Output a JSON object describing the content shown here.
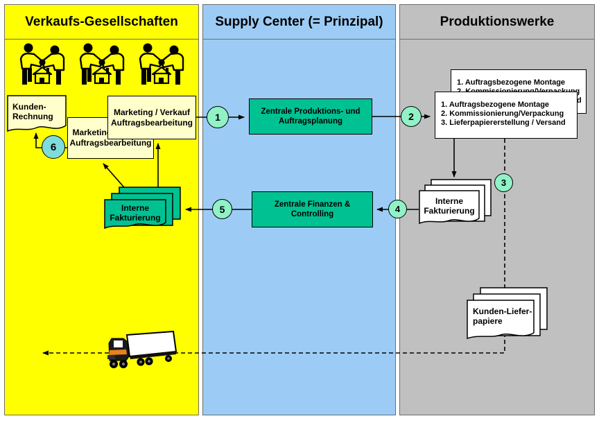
{
  "columns": {
    "sales": {
      "title": "Verkaufs-Gesellschaften"
    },
    "supply": {
      "title": "Supply Center (= Prinzipal)"
    },
    "production": {
      "title": "Produktionswerke"
    }
  },
  "nodes": {
    "kunden_rechnung": {
      "line1": "Kunden-",
      "line2": "Rechnung"
    },
    "marketing_back": {
      "line1": "Marketing / Verkauf",
      "line2": "Auftragsbearbeitung"
    },
    "marketing_front": {
      "line1": "Marketing / Verkauf",
      "line2": "Auftragsbearbeitung"
    },
    "zentrale_produktion": {
      "line1": "Zentrale Produktions- und",
      "line2": "Auftragsplanung"
    },
    "zentrale_finanzen": {
      "line1": "Zentrale Finanzen &",
      "line2": "Controlling"
    },
    "production_tasks": {
      "items": [
        "1. Auftragsbezogene Montage",
        "2. Kommissionierung/Verpackung",
        "3. Lieferpapiererstellung / Versand"
      ]
    },
    "interne_fakturierung_produktion": {
      "line1": "Interne",
      "line2": "Fakturierung"
    },
    "interne_fakturierung_vertrieb": {
      "line1": "Interne",
      "line2": "Fakturierung"
    },
    "kunden_lieferpapiere": {
      "line1": "Kunden-Liefer-",
      "line2": "papiere"
    }
  },
  "steps": {
    "s1": "1",
    "s2": "2",
    "s3": "3",
    "s4": "4",
    "s5": "5",
    "s6": "6"
  },
  "icons": {
    "handshake": "handshake-customer-icon",
    "truck": "delivery-truck-icon"
  },
  "colors": {
    "sales_bg": "#ffff00",
    "supply_bg": "#9cccf5",
    "production_bg": "#c0c0c0",
    "process_green": "#00c191",
    "box_cream": "#ffffcc",
    "step_circle": "#90f2c6",
    "step_circle_6": "#7edcdc"
  }
}
